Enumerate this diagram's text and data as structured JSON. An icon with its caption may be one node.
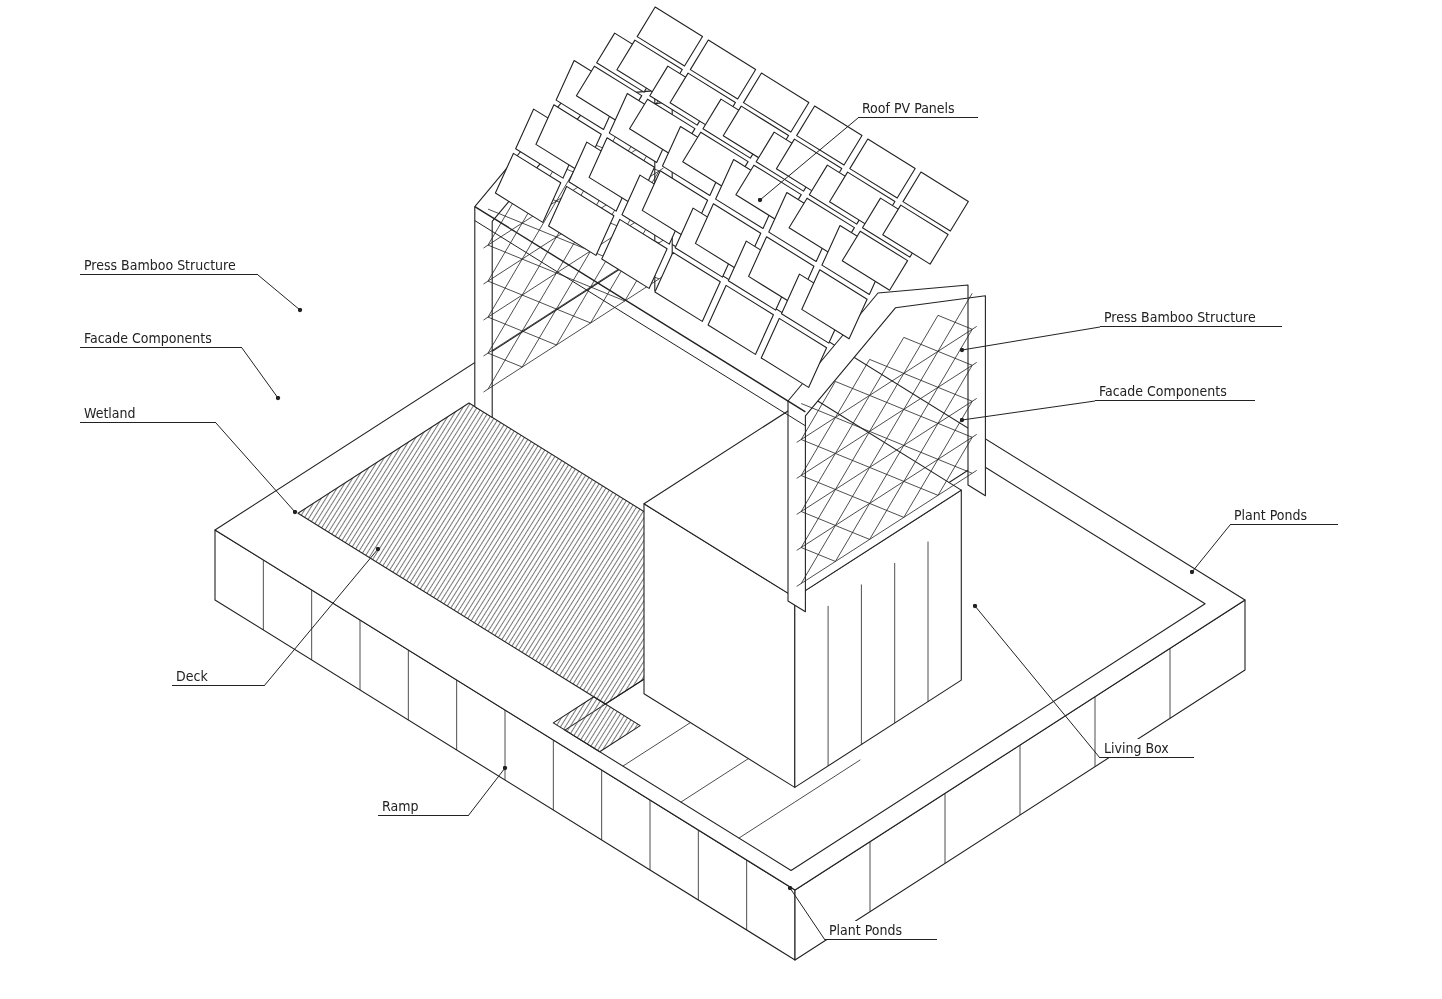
{
  "diagram": {
    "nodes": [
      {
        "text": [
          "Roof PV Panels"
        ]
      },
      {
        "text": [
          "Press Bamboo Structure"
        ]
      },
      {
        "text": [
          "Facade Components"
        ]
      },
      {
        "text": [
          "Wetland"
        ]
      },
      {
        "text": [
          "Press Bamboo Structure"
        ]
      },
      {
        "text": [
          "Facade Components"
        ]
      },
      {
        "text": [
          "Plant Ponds"
        ]
      },
      {
        "text": [
          "Deck"
        ]
      },
      {
        "text": [
          "Living Box"
        ]
      },
      {
        "text": [
          "Ramp"
        ]
      },
      {
        "text": [
          "Plant Ponds"
        ]
      }
    ],
    "edges": [
      {
        "from": 0,
        "to": null,
        "arrow": "other"
      },
      {
        "from": 1,
        "to": null,
        "arrow": "other"
      },
      {
        "from": 2,
        "to": null,
        "arrow": "other"
      },
      {
        "from": 3,
        "to": null,
        "arrow": "other"
      },
      {
        "from": 4,
        "to": null,
        "arrow": "other"
      },
      {
        "from": 5,
        "to": null,
        "arrow": "other"
      },
      {
        "from": 6,
        "to": null,
        "arrow": "other"
      },
      {
        "from": 7,
        "to": null,
        "arrow": "other"
      },
      {
        "from": 8,
        "to": null,
        "arrow": "other"
      },
      {
        "from": 9,
        "to": null,
        "arrow": "other"
      },
      {
        "from": 10,
        "to": null,
        "arrow": "other"
      }
    ]
  }
}
